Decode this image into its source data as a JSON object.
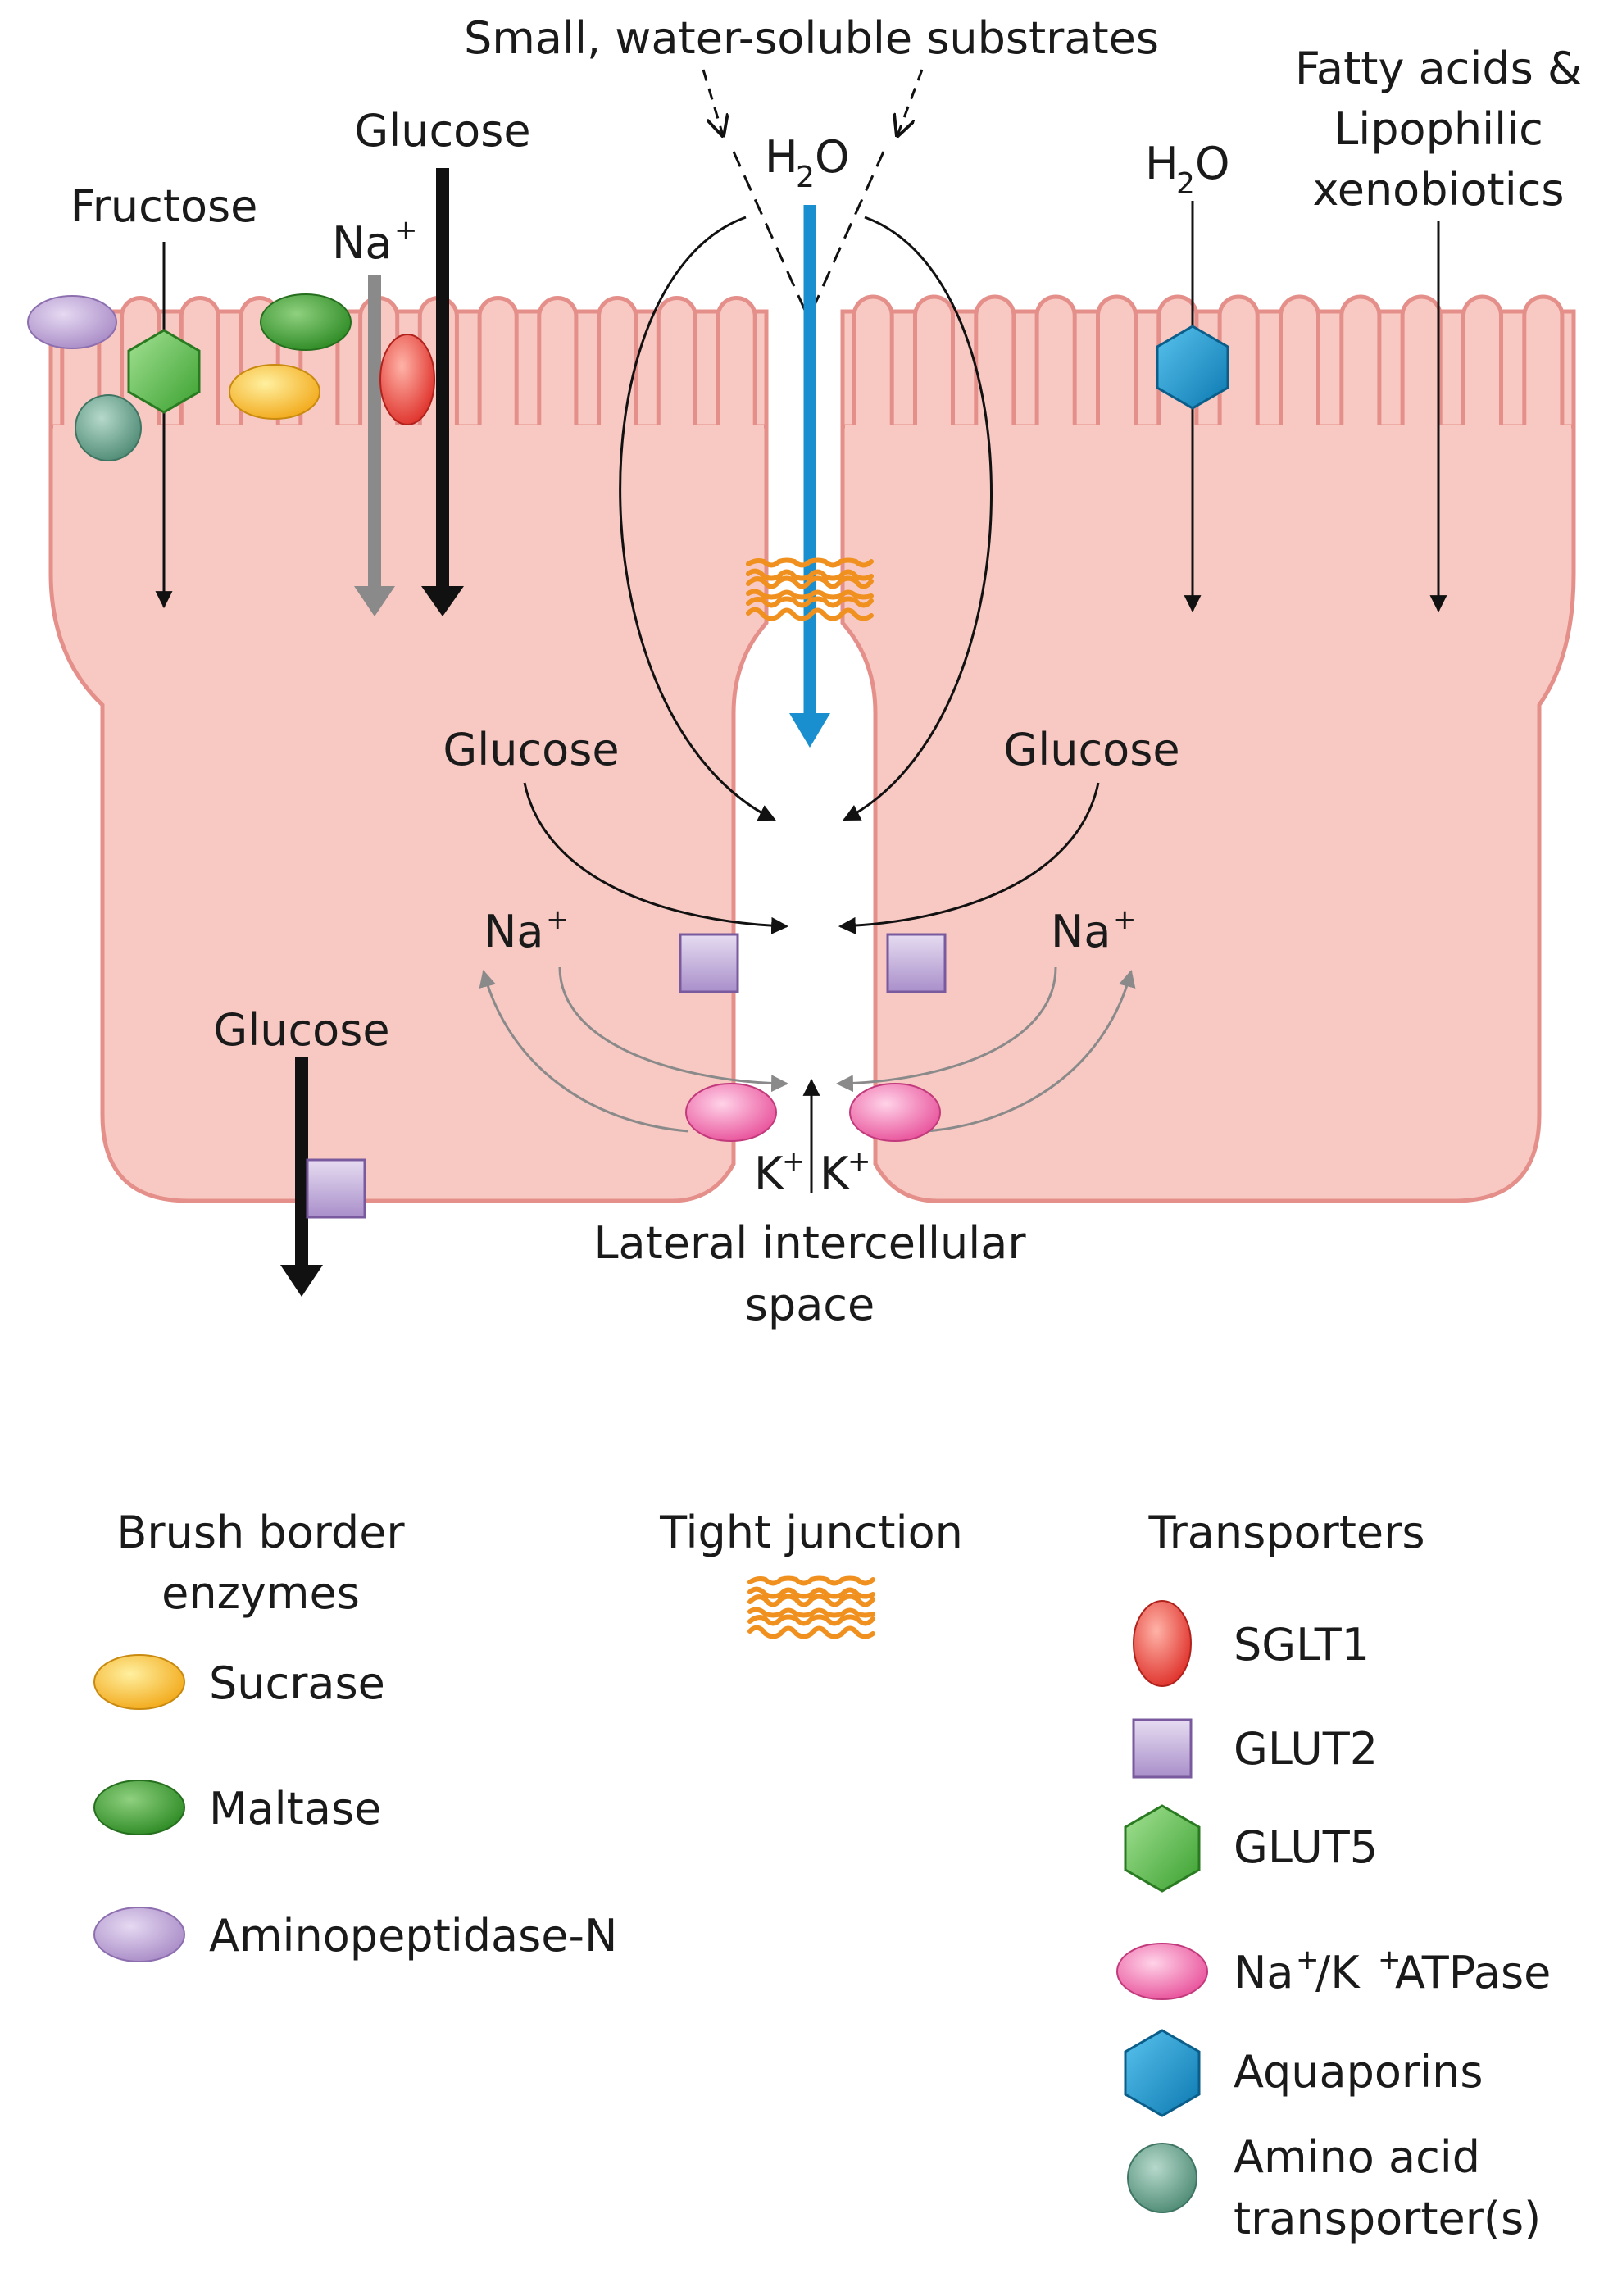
{
  "labels": {
    "small_substrates": "Small, water-soluble substrates",
    "h2o": "H",
    "h2o_sub": "2",
    "h2o_o": "O",
    "glucose": "Glucose",
    "fructose": "Fructose",
    "na": "Na",
    "k": "K",
    "plus": "+",
    "fatty_line1": "Fatty acids &",
    "fatty_line2": "Lipophilic",
    "fatty_line3": "xenobiotics",
    "lis_line1": "Lateral intercellular",
    "lis_line2": "space"
  },
  "legend": {
    "brush_border": {
      "title_line1": "Brush border",
      "title_line2": "enzymes",
      "items": [
        {
          "label": "Sucrase",
          "color": "#f5c02a"
        },
        {
          "label": "Maltase",
          "color": "#3e9b2e"
        },
        {
          "label": "Aminopeptidase-N",
          "color": "#b59ad0"
        }
      ]
    },
    "tight_junction": {
      "title": "Tight junction",
      "color": "#f0901e"
    },
    "transporters": {
      "title": "Transporters",
      "items": [
        {
          "label": "SGLT1",
          "shape": "oval-vertical",
          "color": "#e8433a"
        },
        {
          "label": "GLUT2",
          "shape": "square",
          "color": "#b8a3d2"
        },
        {
          "label": "GLUT5",
          "shape": "hexagon",
          "color": "#56b84a"
        },
        {
          "label_prefix": "Na",
          "label_mid": "/K",
          "label_suffix": " ATPase",
          "shape": "oval-horizontal",
          "color": "#ee6fa8"
        },
        {
          "label": "Aquaporins",
          "shape": "hexagon",
          "color": "#1590c7"
        },
        {
          "label_line1": "Amino acid",
          "label_line2": "transporter(s)",
          "shape": "circle",
          "color": "#5f9a86"
        }
      ]
    }
  },
  "colors": {
    "cell_fill": "#f8c9c3",
    "cell_stroke": "#e58f8a",
    "water_arrow": "#1a8fcf",
    "arrow_black": "#111111",
    "arrow_grey": "#8a8a8a"
  }
}
